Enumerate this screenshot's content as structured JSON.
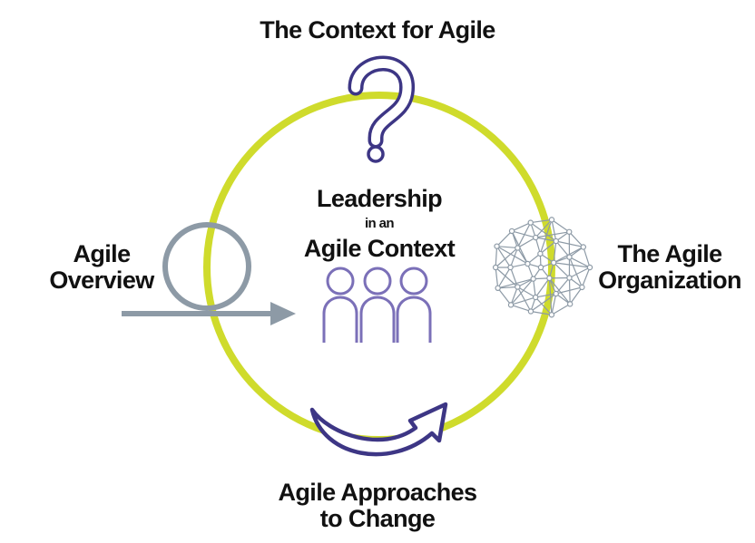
{
  "labels": {
    "top": "The Context for Agile",
    "left_line1": "Agile",
    "left_line2": "Overview",
    "right_line1": "The Agile",
    "right_line2": "Organization",
    "center_line1": "Leadership",
    "center_line2": "in an",
    "center_line3": "Agile Context",
    "bottom_line1": "Agile Approaches",
    "bottom_line2": "to Change"
  },
  "icons": {
    "top": "question-mark-icon",
    "left": "loop-arrow-icon",
    "center": "people-group-icon",
    "right": "network-mesh-icon",
    "bottom": "curved-arrow-icon"
  },
  "colors": {
    "ring": "#cfdb2c",
    "purple": "#3d3685",
    "purple_light": "#7b70b8",
    "gray": "#8d9aa6",
    "text": "#111111"
  }
}
